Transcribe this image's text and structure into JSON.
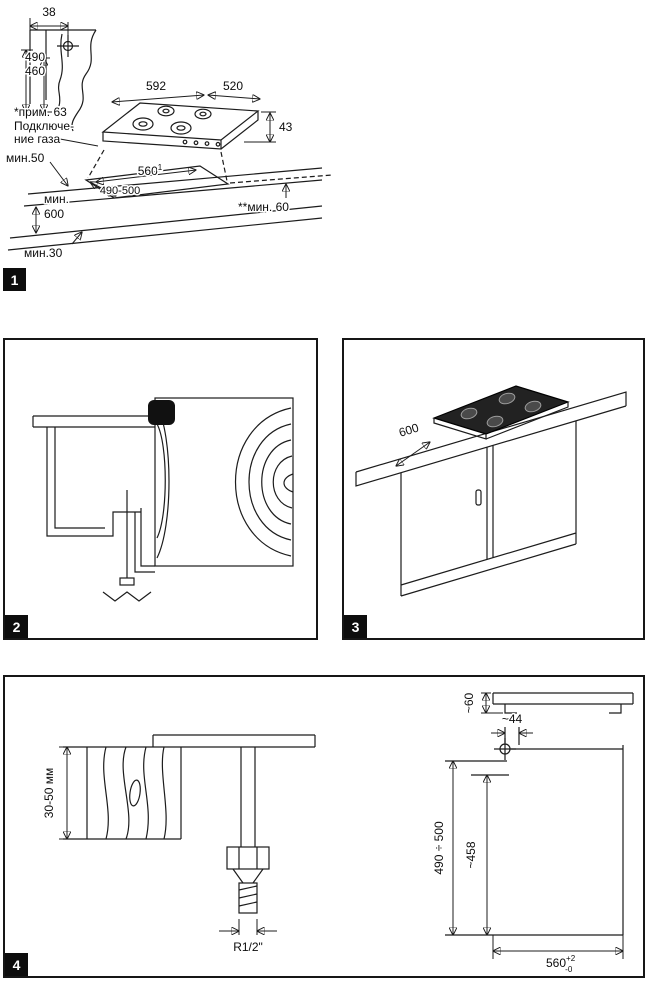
{
  "doc": {
    "background": "#ffffff",
    "ink": "#1c1c1c"
  },
  "panel1": {
    "number": "1",
    "dim_38": "38",
    "dim_490": "490",
    "dim_460": "460",
    "dim_592": "592",
    "dim_520": "520",
    "dim_43": "43",
    "note_approx": "*прим. 63",
    "gas_note_line1": "Подключе-",
    "gas_note_line2": "ние газа",
    "min_50": "мин.50",
    "dim_490_500": "490-500",
    "dim_560": "560",
    "dim_560_sup": "1",
    "min_60": "**мин. 60",
    "min_600_line1": "мин.",
    "min_600_line2": "600",
    "min_30": "мин.30"
  },
  "panel2": {
    "number": "2"
  },
  "panel3": {
    "number": "3",
    "dim_600": "600"
  },
  "panel4": {
    "number": "4",
    "dim_thickness": "30-50 мм",
    "dim_gas_thread": "R1/2\"",
    "dim_60": "~60",
    "dim_44": "~44",
    "dim_depth": "490 ÷ 500",
    "dim_458": "~458",
    "dim_560": "560",
    "dim_560_tol_sup": "+2",
    "dim_560_tol_sub": "-0"
  }
}
